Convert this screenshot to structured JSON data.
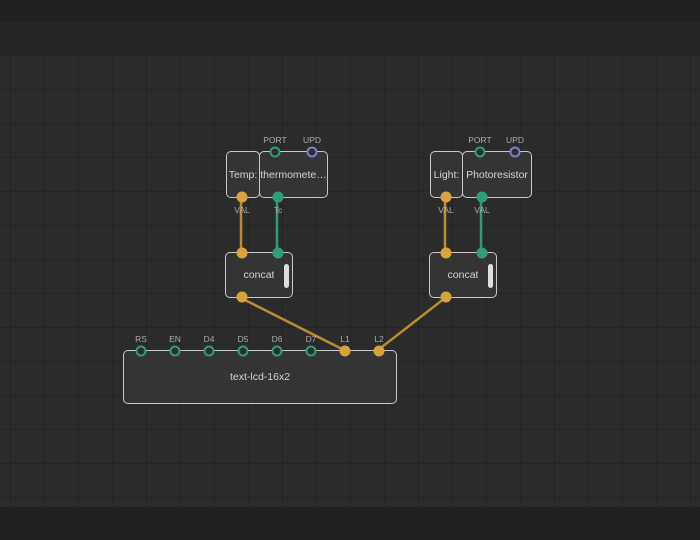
{
  "palette": {
    "background": "#2b2b2b",
    "grid_line": "#242424",
    "band": "#212121",
    "node_fill": "#343434",
    "node_border": "#c9c9c9",
    "string_pin": "#d9a33c",
    "number_pin": "#2f9e77",
    "pulse_pin": "#7e7ed6",
    "wire_string": "#bb8d2f",
    "wire_number": "#2f9e77"
  },
  "nodes": {
    "temp_label": {
      "title": "Temp:",
      "out": [
        {
          "label": "VAL"
        }
      ]
    },
    "thermometer": {
      "title": "thermomete…",
      "in": [
        {
          "label": "PORT"
        },
        {
          "label": "UPD"
        }
      ],
      "out": [
        {
          "label": "Tc"
        }
      ]
    },
    "light_label": {
      "title": "Light:",
      "out": [
        {
          "label": "VAL"
        }
      ]
    },
    "photoresistor": {
      "title": "Photoresistor",
      "in": [
        {
          "label": "PORT"
        },
        {
          "label": "UPD"
        }
      ],
      "out": [
        {
          "label": "VAL"
        }
      ]
    },
    "concat_left": {
      "title": "concat"
    },
    "concat_right": {
      "title": "concat"
    },
    "lcd": {
      "title": "text-lcd-16x2",
      "in": [
        {
          "label": "RS"
        },
        {
          "label": "EN"
        },
        {
          "label": "D4"
        },
        {
          "label": "D5"
        },
        {
          "label": "D6"
        },
        {
          "label": "D7"
        },
        {
          "label": "L1"
        },
        {
          "label": "L2"
        }
      ]
    }
  }
}
